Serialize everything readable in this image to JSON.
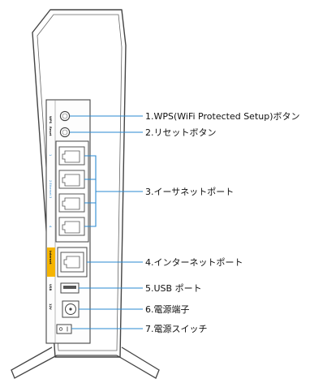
{
  "panel_labels": {
    "wps": "WPS",
    "reset": "Reset",
    "port1": "1",
    "ethernet": "2 Ethernet 3",
    "port4": "4",
    "internet": "Internet",
    "usb": "USB",
    "power": "12V"
  },
  "callouts": [
    {
      "id": "wps",
      "text": "1.WPS(WiFi Protected Setup)ボタン"
    },
    {
      "id": "reset",
      "text": "2.リセットボタン"
    },
    {
      "id": "ethernet",
      "text": "3.イーサネットポート"
    },
    {
      "id": "internet",
      "text": "4.インターネットポート"
    },
    {
      "id": "usb",
      "text": "5.USB ポート"
    },
    {
      "id": "power",
      "text": "6.電源端子"
    },
    {
      "id": "switch",
      "text": "7.電源スイッチ"
    }
  ],
  "colors": {
    "line": "#2a8ad1",
    "outline": "#444444",
    "internet_label": "#f5b400",
    "text": "#111111"
  }
}
